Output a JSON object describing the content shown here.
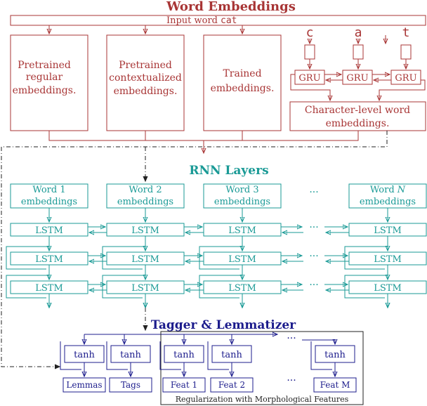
{
  "colors": {
    "embed": "#a83535",
    "rnn": "#1a9a96",
    "tagger": "#1c1c8c",
    "dash": "#222222"
  },
  "embeddings": {
    "title": "Word Embeddings",
    "input_label": "Input word",
    "input_word": "cat",
    "pretrained_regular": [
      "Pretrained",
      "regular",
      "embeddings."
    ],
    "pretrained_contextualized": [
      "Pretrained",
      "contextualized",
      "embeddings."
    ],
    "trained": [
      "Trained",
      "embeddings."
    ],
    "chars": [
      "c",
      "a",
      "t"
    ],
    "gru_label": "GRU",
    "char_level": [
      "Character-level word",
      "embeddings."
    ]
  },
  "rnn": {
    "title": "RNN Layers",
    "word_cols": [
      {
        "word": "Word 1",
        "sub": "embeddings"
      },
      {
        "word": "Word 2",
        "sub": "embeddings"
      },
      {
        "word": "Word 3",
        "sub": "embeddings"
      },
      {
        "word": "Word N",
        "sub": "embeddings"
      }
    ],
    "lstm_label": "LSTM",
    "ellipsis": "···"
  },
  "tagger": {
    "title": "Tagger & Lemmatizer",
    "tanh_label": "tanh",
    "outputs": [
      "Lemmas",
      "Tags",
      "Feat 1",
      "Feat 2",
      "Feat M"
    ],
    "ellipsis": "···",
    "reg_label": "Regularization with Morphological Features"
  }
}
